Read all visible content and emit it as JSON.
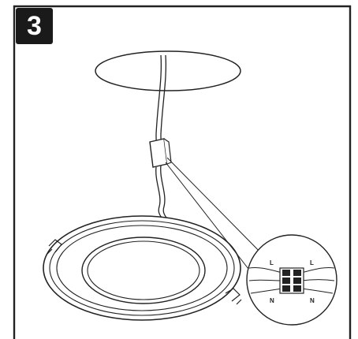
{
  "step": {
    "number": "3"
  },
  "connector": {
    "labels": [
      "L",
      "L",
      "N",
      "N"
    ]
  },
  "colors": {
    "ink": "#222222",
    "badge_bg": "#1a1a1a",
    "badge_text": "#ffffff",
    "background": "#ffffff"
  }
}
